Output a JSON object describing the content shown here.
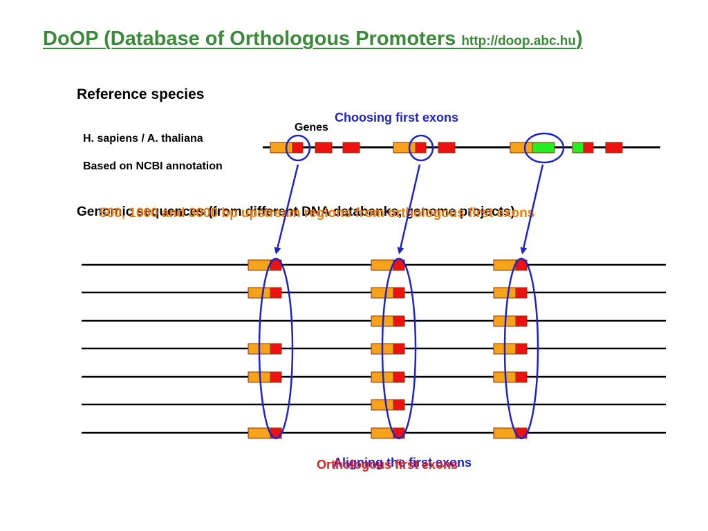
{
  "title": {
    "main": "DoOP (Database of Orthologous Promoters ",
    "url": "http://doop.abc.hu",
    "close": ")"
  },
  "reference_species": "Reference species",
  "choosing_first_exons": "Choosing first exons",
  "genes_label": "Genes",
  "species_label": "H. sapiens / A. thaliana",
  "ncbi_label": "Based on NCBI annotation",
  "genomic_sequences": "Genomic sequences (from different DNA databanks, genome projects)",
  "upstream_regions": "500, 1000 and 3000 bp upstream regions from orthologous first exons",
  "aligning_first_exons": "Aligning the first exons",
  "orthologous_first_exons": "Orthologous first exons",
  "colors": {
    "title_green": "#3a8a3a",
    "exon_orange": "#f7a21b",
    "exon_red": "#ee1111",
    "exon_green": "#22ee22",
    "circle_blue": "#1c24c8",
    "upstream_orange": "#ee7a0c"
  },
  "icons": [
    "exon-block",
    "ellipse-highlight",
    "arrow"
  ]
}
